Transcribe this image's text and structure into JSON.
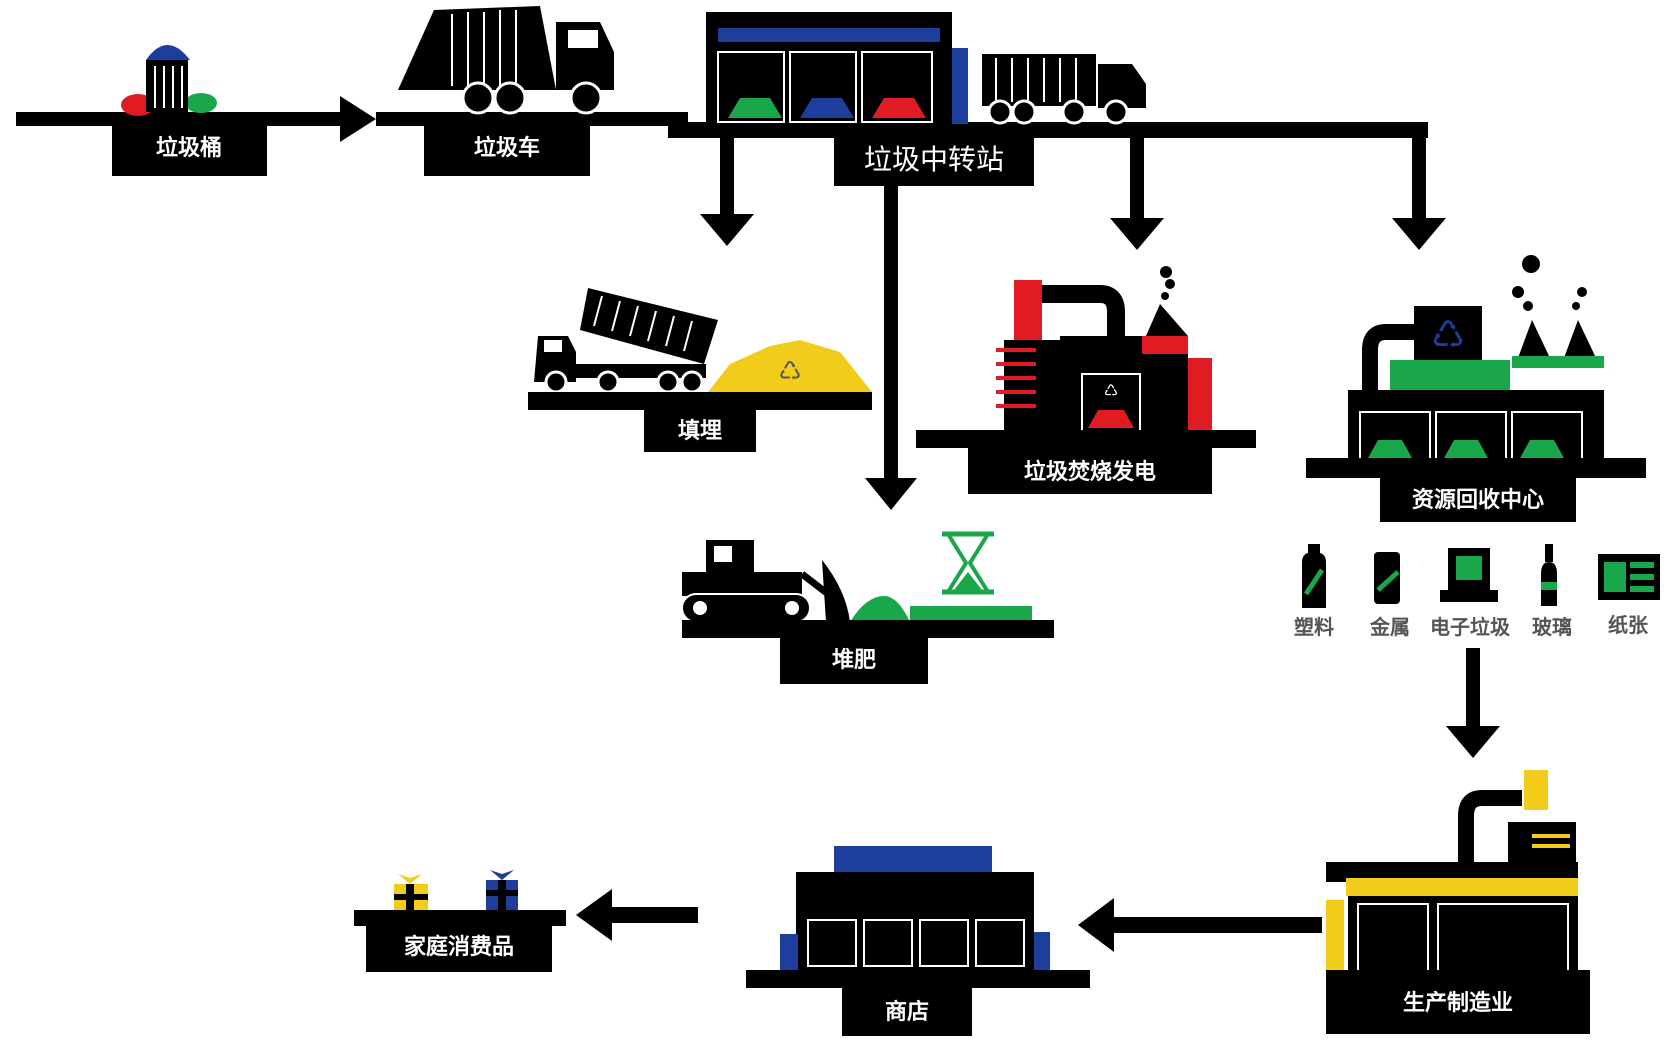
{
  "colors": {
    "ink": "#000000",
    "label_text": "#ffffff",
    "green": "#1aa64a",
    "blue": "#1d3e9c",
    "red": "#e01b24",
    "yellow": "#f2cc1b",
    "icon_text": "#555555"
  },
  "nodes": {
    "bin": {
      "label": "垃圾桶",
      "icon": "trash-bin-icon"
    },
    "truck": {
      "label": "垃圾车",
      "icon": "garbage-truck-icon"
    },
    "transfer": {
      "label": "垃圾中转站",
      "icon": "transfer-station-icon"
    },
    "landfill": {
      "label": "填埋",
      "icon": "dump-truck-icon"
    },
    "incineration": {
      "label": "垃圾焚烧发电",
      "icon": "incinerator-icon"
    },
    "recycling": {
      "label": "资源回收中心",
      "icon": "recycling-plant-icon"
    },
    "compost": {
      "label": "堆肥",
      "icon": "bulldozer-icon"
    },
    "manufacturing": {
      "label": "生产制造业",
      "icon": "factory-icon"
    },
    "store": {
      "label": "商店",
      "icon": "store-icon"
    },
    "household": {
      "label": "家庭消费品",
      "icon": "gift-box-icon"
    }
  },
  "materials": [
    {
      "label": "塑料",
      "icon": "plastic-bottle-icon"
    },
    {
      "label": "金属",
      "icon": "metal-can-icon"
    },
    {
      "label": "电子垃圾",
      "icon": "computer-icon"
    },
    {
      "label": "玻璃",
      "icon": "glass-bottle-icon"
    },
    {
      "label": "纸张",
      "icon": "newspaper-icon"
    }
  ],
  "flows": [
    {
      "from": "bin",
      "to": "truck"
    },
    {
      "from": "truck",
      "to": "transfer"
    },
    {
      "from": "transfer",
      "to": "landfill"
    },
    {
      "from": "transfer",
      "to": "compost"
    },
    {
      "from": "transfer",
      "to": "incineration"
    },
    {
      "from": "transfer",
      "to": "recycling"
    },
    {
      "from": "recycling",
      "to": "manufacturing"
    },
    {
      "from": "manufacturing",
      "to": "store"
    },
    {
      "from": "store",
      "to": "household"
    }
  ]
}
